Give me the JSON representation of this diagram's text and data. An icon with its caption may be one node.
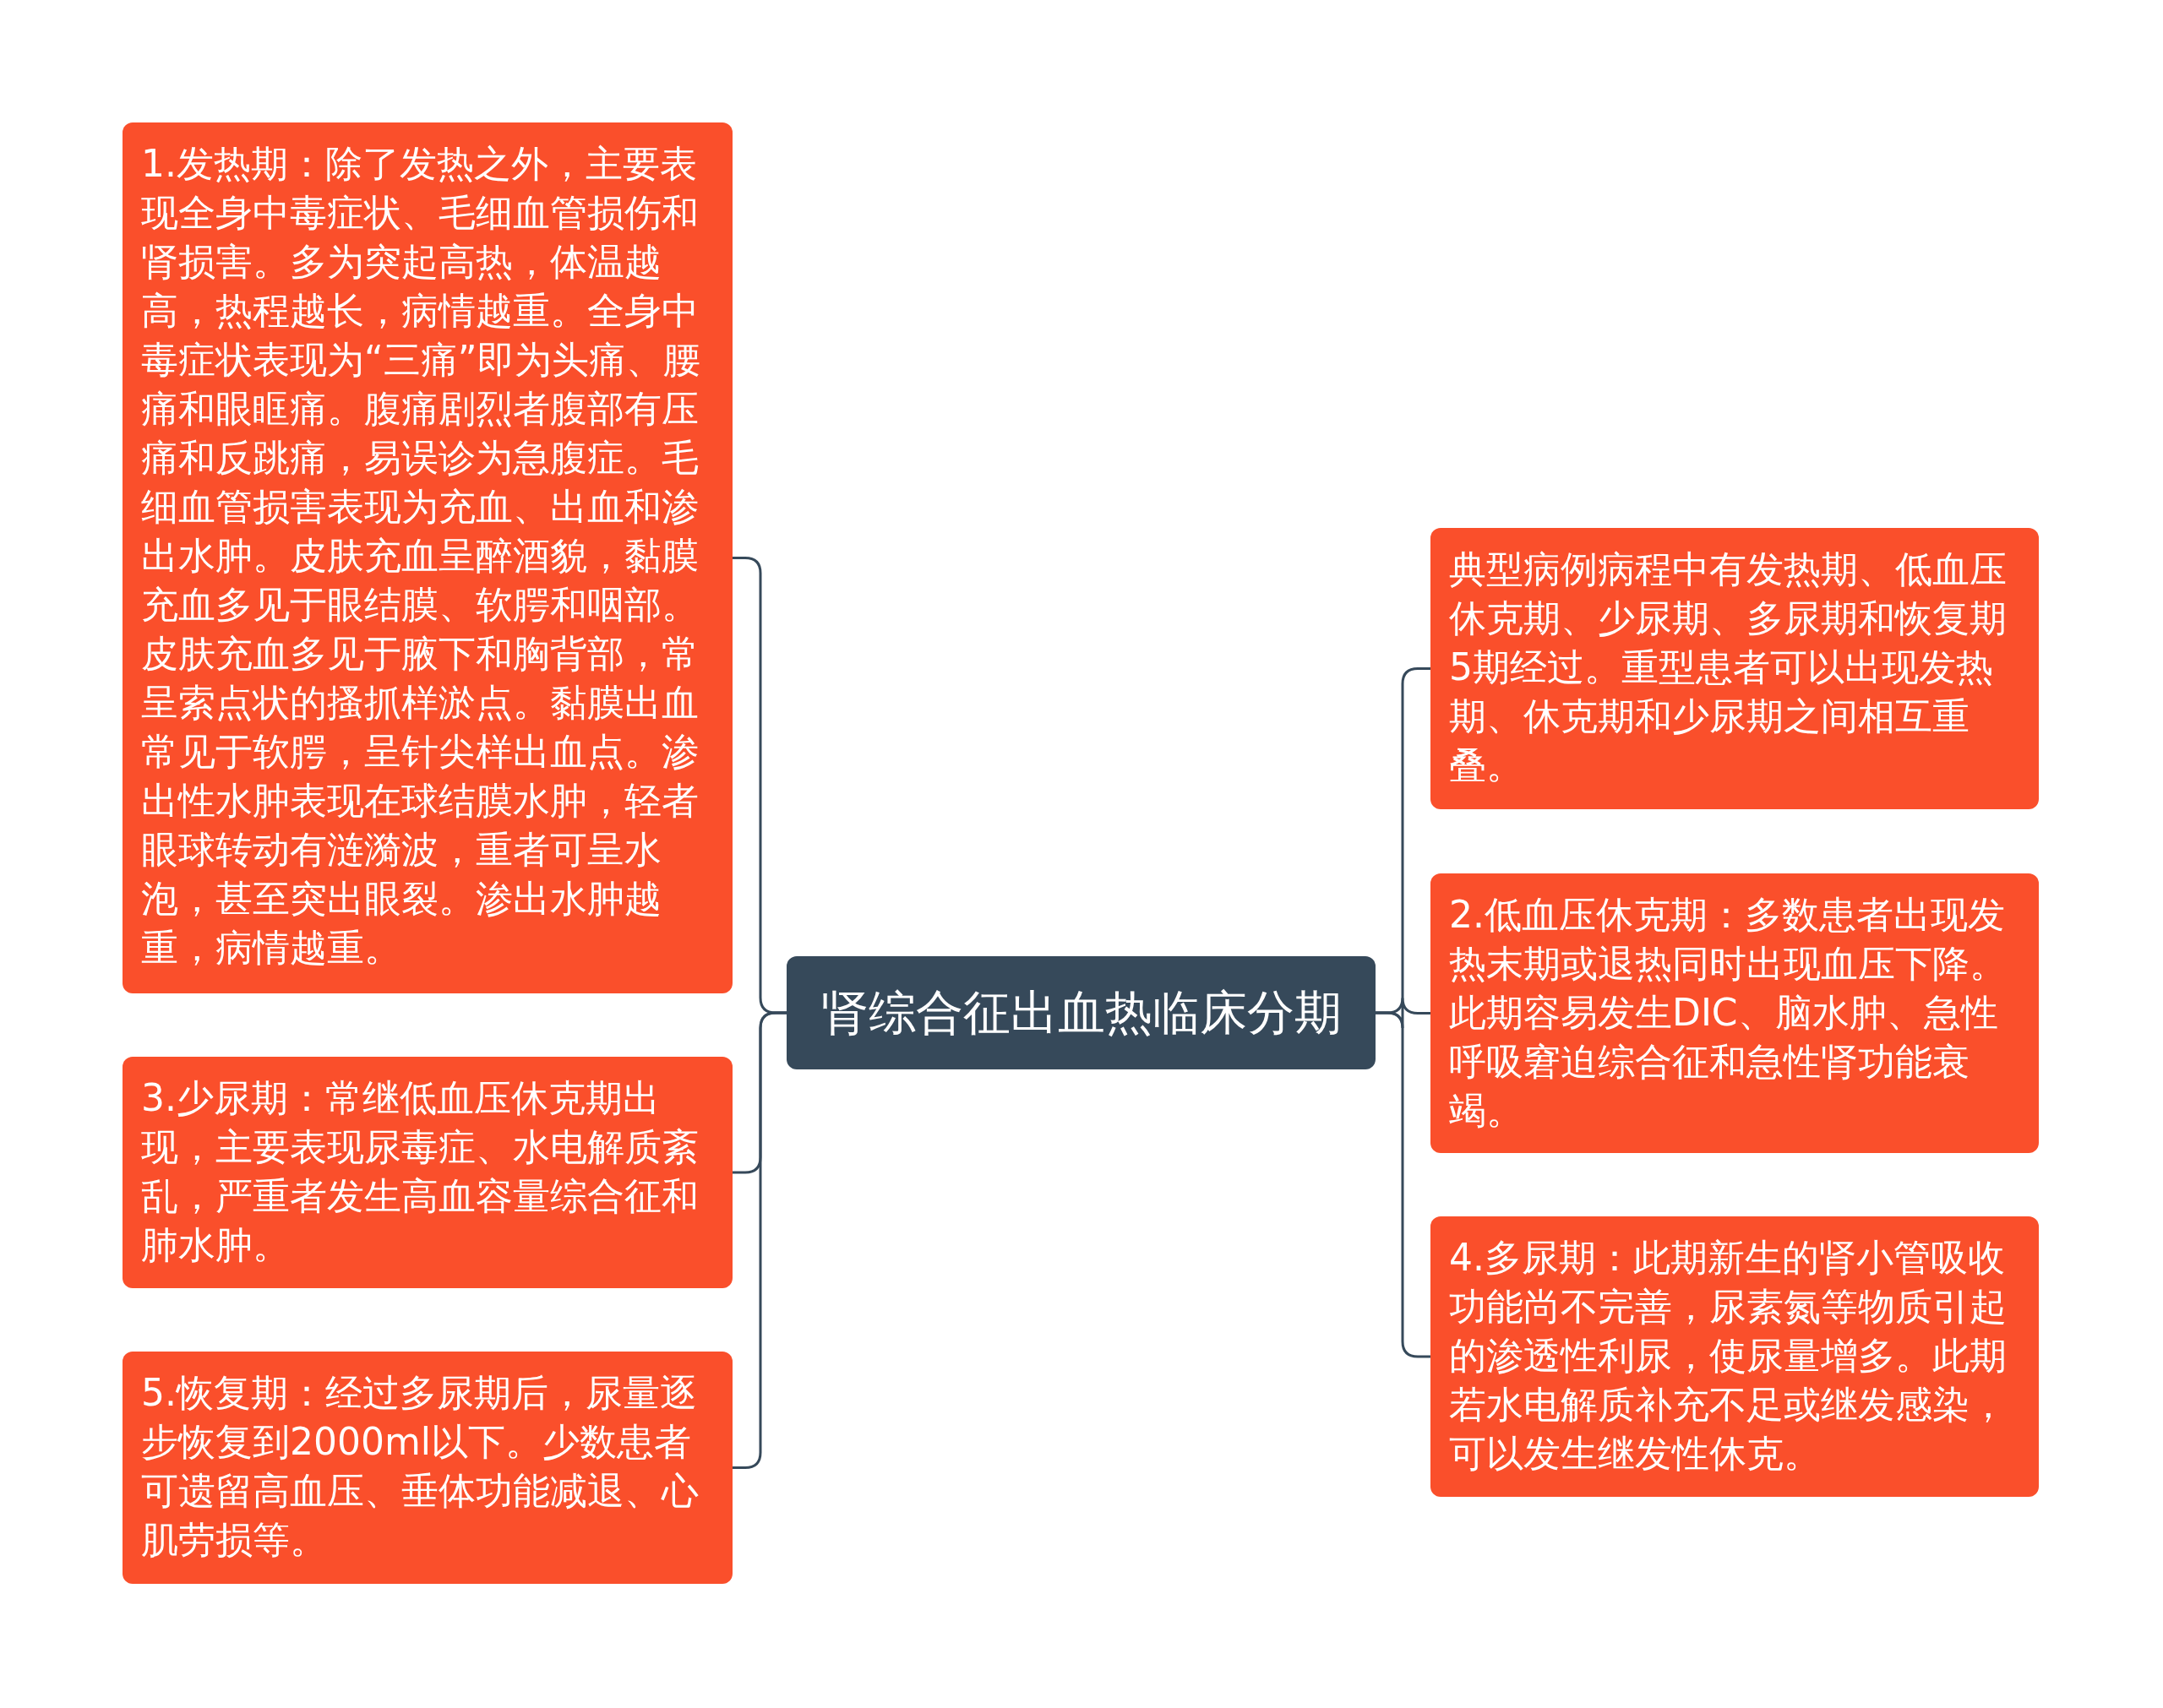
{
  "diagram": {
    "nodes": [
      {
        "text": [
          "肾综合征出血热临床分期"
        ]
      },
      {
        "text": [
          "1.发热期：除了发热之外，主要表现全身中毒症状、毛细血管损伤和肾损害。多为突起高热，体温越高，热程越长，病情越重。全身中毒症状表现为“三痛”即为头痛、腰痛和眼眶痛。腹痛剧烈者腹部有压痛和反跳痛，易误诊为急腹症。毛细血管损害表现为充血、出血和渗出水肿。皮肤充血呈醉酒貌，黏膜充血多见于眼结膜、软腭和咽部。皮肤充血多见于腋下和胸背部，常呈索点状的搔抓样淤点。黏膜出血常见于软腭，呈针尖样出血点。渗出性水肿表现在球结膜水肿，轻者眼球转动有涟漪波，重者可呈水泡，甚至突出眼裂。渗出水肿越重，病情越重。"
        ]
      },
      {
        "text": [
          "3.少尿期：常继低血压休克期出现，主要表现尿毒症、水电解质紊乱，严重者发生高血容量综合征和肺水肿。"
        ]
      },
      {
        "text": [
          "5.恢复期：经过多尿期后，尿量逐步恢复到2000ml以下。少数患者可遗留高血压、垂体功能减退、心肌劳损等。"
        ]
      },
      {
        "text": [
          "典型病例病程中有发热期、低血压休克期、少尿期、多尿期和恢复期5期经过。重型患者可以出现发热期、休克期和少尿期之间相互重叠。"
        ]
      },
      {
        "text": [
          "2.低血压休克期：多数患者出现发热末期或退热同时出现血压下降。此期容易发生DIC、脑水肿、急性呼吸窘迫综合征和急性肾功能衰竭。"
        ]
      },
      {
        "text": [
          "4.多尿期：此期新生的肾小管吸收功能尚不完善，尿素氮等物质引起的渗透性利尿，使尿量增多。此期若水电解质补充不足或继发感染，可以发生继发性休克。"
        ]
      }
    ],
    "edges": [
      {
        "from": 0,
        "to": 1,
        "arrow": "none"
      },
      {
        "from": 0,
        "to": 2,
        "arrow": "none"
      },
      {
        "from": 0,
        "to": 3,
        "arrow": "none"
      },
      {
        "from": 0,
        "to": 4,
        "arrow": "none"
      },
      {
        "from": 0,
        "to": 5,
        "arrow": "none"
      },
      {
        "from": 0,
        "to": 6,
        "arrow": "none"
      }
    ]
  }
}
